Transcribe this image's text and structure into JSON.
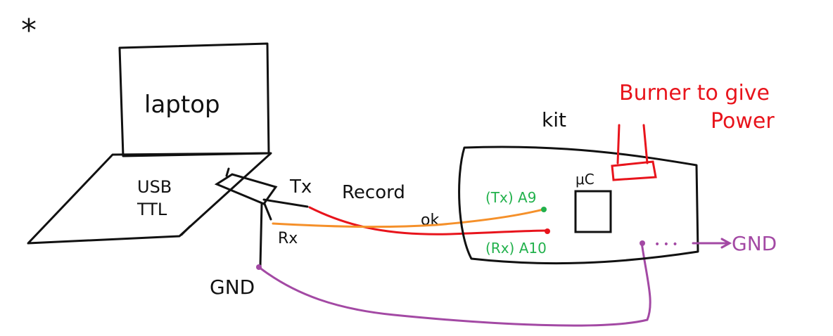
{
  "labels": {
    "star": "*",
    "laptop": "laptop",
    "usb": "USB",
    "ttl": "TTL",
    "tx": "Tx",
    "rx": "Rx",
    "record": "Record",
    "ok": "ok",
    "gnd_left": "GND",
    "kit": "kit",
    "uc": "μC",
    "tx_a9": "(Tx) A9",
    "rx_a10": "(Rx) A10",
    "gnd_right": "GND",
    "dots": "• • •",
    "burner_line1": "Burner to give",
    "burner_line2": "Power"
  },
  "colors": {
    "ink": "#111111",
    "red": "#e8141c",
    "orange": "#f5902a",
    "green": "#22b14c",
    "purple": "#a349a4"
  }
}
